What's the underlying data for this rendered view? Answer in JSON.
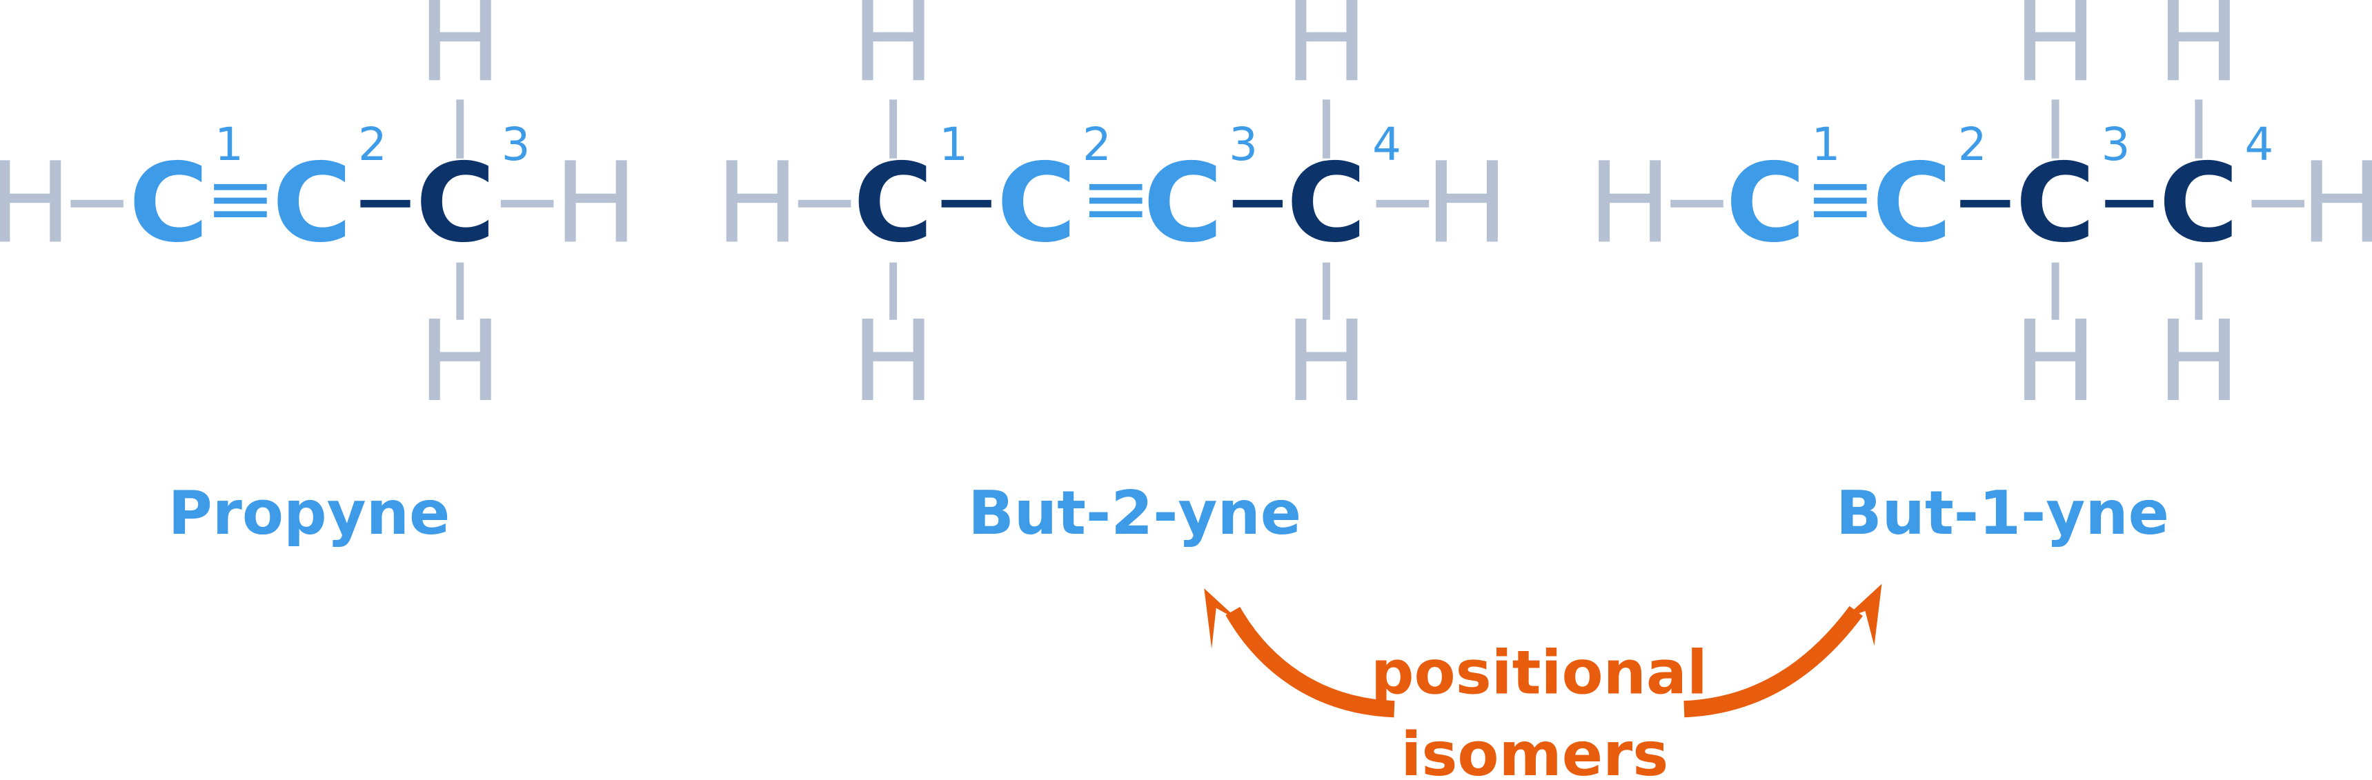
{
  "symbols": {
    "hydrogen": "H",
    "carbon": "C"
  },
  "molecules": [
    {
      "name": "Propyne",
      "locants": [
        "1",
        "2",
        "3"
      ]
    },
    {
      "name": "But-2-yne",
      "locants": [
        "1",
        "2",
        "3",
        "4"
      ]
    },
    {
      "name": "But-1-yne",
      "locants": [
        "1",
        "2",
        "3",
        "4"
      ]
    }
  ],
  "annotation": {
    "line1": "positional",
    "line2": "isomers"
  },
  "colors": {
    "hydrogen": "#B5C0D3",
    "triple_bond_carbon": "#3E9BE8",
    "other_carbon": "#0D336B",
    "annotation": "#E85C0D"
  }
}
